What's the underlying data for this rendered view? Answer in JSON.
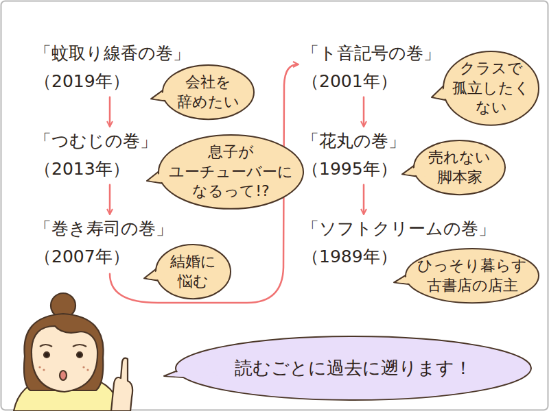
{
  "diagram": {
    "nodes": [
      {
        "text": [
          "「蚊取り線香の巻」",
          "（2019年）"
        ]
      },
      {
        "text": [
          "会社を 辞めたい"
        ]
      },
      {
        "text": [
          "「つむじの巻」",
          "（2013年）"
        ]
      },
      {
        "text": [
          "息子が ユーチューバーに なるって!?"
        ]
      },
      {
        "text": [
          "「巻き寿司の巻」",
          "（2007年）"
        ]
      },
      {
        "text": [
          "結婚に 悩む"
        ]
      },
      {
        "text": [
          "「ト音記号の巻」",
          "（2001年）"
        ]
      },
      {
        "text": [
          "クラスで 孤立したく ない"
        ]
      },
      {
        "text": [
          "「花丸の巻」",
          "（1995年）"
        ]
      },
      {
        "text": [
          "売れない 脚本家"
        ]
      },
      {
        "text": [
          "「ソフトクリームの巻」",
          "（1989年）"
        ]
      },
      {
        "text": [
          "ひっそり暮らす 古書店の店主"
        ]
      },
      {
        "text": [
          "読むごとに過去に遡ります！"
        ]
      }
    ],
    "edges": [
      {
        "from": 0,
        "to": 2,
        "arrow": "to"
      },
      {
        "from": 2,
        "to": 4,
        "arrow": "to"
      },
      {
        "from": 4,
        "to": 6,
        "arrow": "to"
      },
      {
        "from": 6,
        "to": 8,
        "arrow": "to"
      },
      {
        "from": 8,
        "to": 10,
        "arrow": "to"
      }
    ]
  }
}
